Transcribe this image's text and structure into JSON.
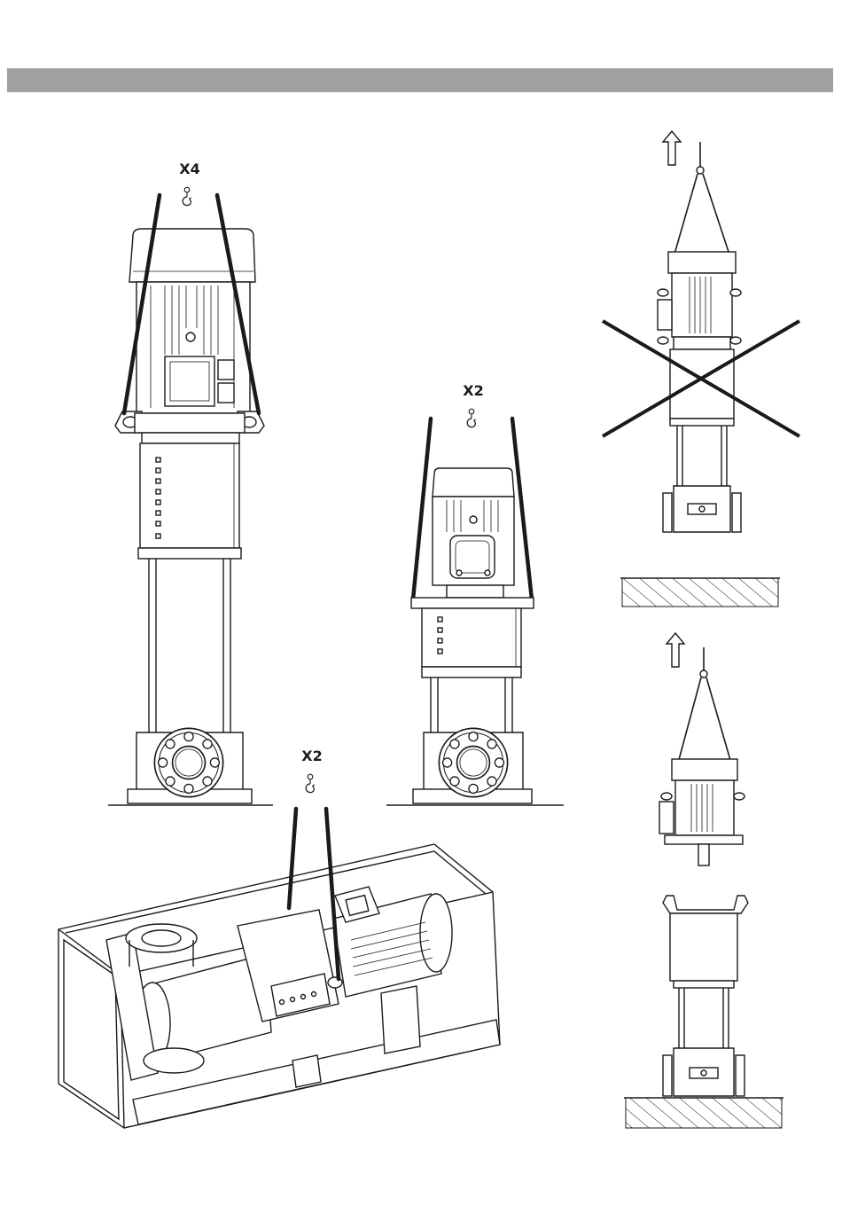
{
  "header": {
    "color": "#a0a0a0"
  },
  "labels": {
    "fig1_count": "X4",
    "fig2_count": "X2",
    "fig3_count": "X2"
  },
  "icons": [
    "lifting-hook-icon",
    "up-arrow-icon",
    "cross-mark-icon"
  ],
  "colors": {
    "line": "#1a1a1a",
    "background": "#ffffff"
  }
}
